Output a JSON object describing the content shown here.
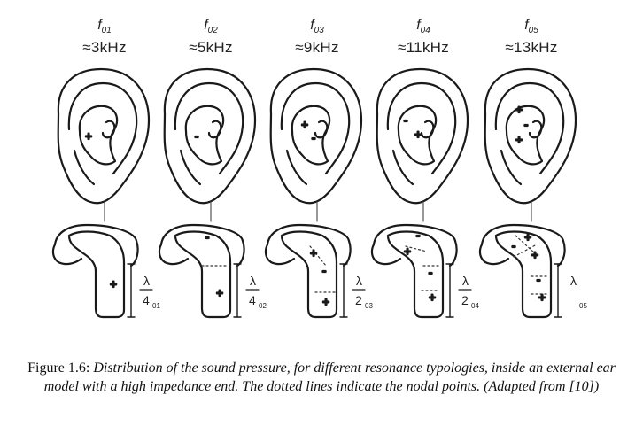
{
  "figure": {
    "columns": [
      {
        "symbol": "f",
        "sub": "01",
        "freq": "≈3kHz",
        "lambda_num": "λ",
        "lambda_den": "4",
        "lambda_sub": "01"
      },
      {
        "symbol": "f",
        "sub": "02",
        "freq": "≈5kHz",
        "lambda_num": "λ",
        "lambda_den": "4",
        "lambda_sub": "02"
      },
      {
        "symbol": "f",
        "sub": "03",
        "freq": "≈9kHz",
        "lambda_num": "λ",
        "lambda_den": "2",
        "lambda_sub": "03"
      },
      {
        "symbol": "f",
        "sub": "04",
        "freq": "≈11kHz",
        "lambda_num": "λ",
        "lambda_den": "2",
        "lambda_sub": "04"
      },
      {
        "symbol": "f",
        "sub": "05",
        "freq": "≈13kHz",
        "lambda_num": "λ",
        "lambda_den": "",
        "lambda_sub": "05"
      }
    ]
  },
  "caption": {
    "prefix": "Figure 1.6: ",
    "text": "Distribution of the sound pressure, for different resonance typologies, inside an external ear model with a high impedance end. The dotted lines indicate the nodal points. (Adapted from [10])"
  }
}
